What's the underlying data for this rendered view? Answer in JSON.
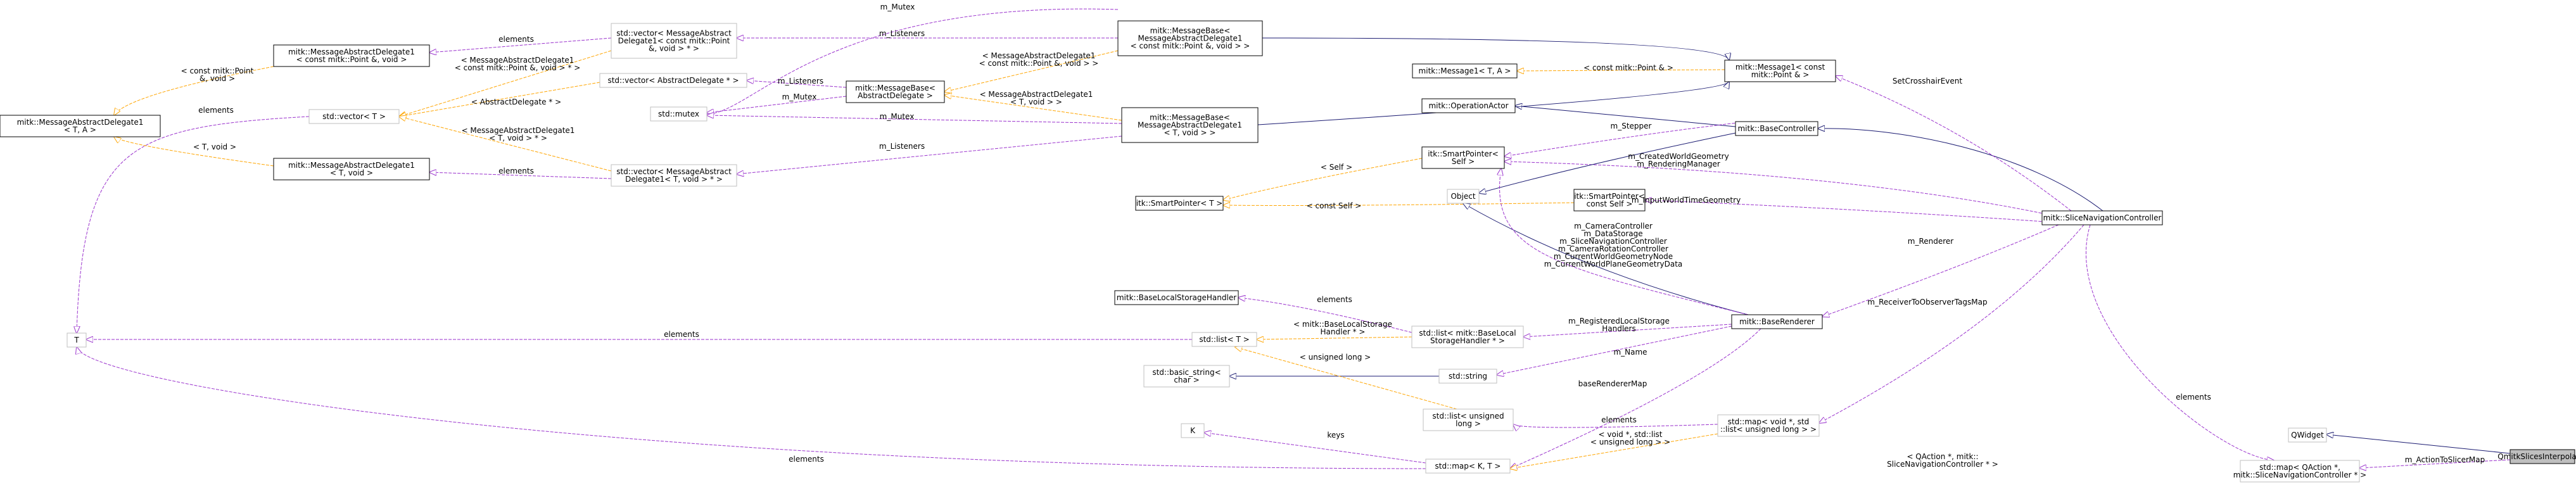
{
  "colors": {
    "inheritance": "#191970",
    "usage": "#9a32cd",
    "template": "#ffa500",
    "node_border": "#000000",
    "node_border_undocumented": "#bfbfbf",
    "highlight_fill": "#bfbfbf"
  },
  "nodes": [
    {
      "id": "qmitk_slices_interpolator",
      "lines": [
        "QmitkSlicesInterpolator"
      ],
      "highlight": true
    },
    {
      "id": "qwidget",
      "lines": [
        "QWidget"
      ],
      "style": "grey"
    },
    {
      "id": "mitk_slice_navigation_controller",
      "lines": [
        "mitk::SliceNavigationController"
      ]
    },
    {
      "id": "mitk_base_controller",
      "lines": [
        "mitk::BaseController"
      ]
    },
    {
      "id": "mitk_operation_actor",
      "lines": [
        "mitk::OperationActor"
      ]
    },
    {
      "id": "itk_smartpointer_self",
      "lines": [
        "itk::SmartPointer<",
        "Self >"
      ]
    },
    {
      "id": "itk_smartpointer_t",
      "lines": [
        "itk::SmartPointer< T >"
      ]
    },
    {
      "id": "object",
      "lines": [
        "Object"
      ],
      "style": "grey"
    },
    {
      "id": "itk_smartpointer_const_self",
      "lines": [
        "itk::SmartPointer<",
        "const Self >"
      ]
    },
    {
      "id": "mitk_base_renderer",
      "lines": [
        "mitk::BaseRenderer"
      ]
    },
    {
      "id": "mitk_base_local_storage_handler",
      "lines": [
        "mitk::BaseLocalStorageHandler"
      ]
    },
    {
      "id": "std_list_baselocalstorage",
      "lines": [
        "std::list< mitk::BaseLocal",
        "StorageHandler * >"
      ],
      "style": "grey"
    },
    {
      "id": "std_list_t",
      "lines": [
        "std::list< T >"
      ],
      "style": "grey"
    },
    {
      "id": "std_basic_string",
      "lines": [
        "std::basic_string<",
        "char >"
      ],
      "style": "grey"
    },
    {
      "id": "std_string",
      "lines": [
        "std::string"
      ],
      "style": "grey"
    },
    {
      "id": "std_list_unsigned_long",
      "lines": [
        "std::list< unsigned",
        "long >"
      ],
      "style": "grey"
    },
    {
      "id": "std_map_void_list",
      "lines": [
        "std::map< void *, std",
        "::list< unsigned long > >"
      ],
      "style": "grey"
    },
    {
      "id": "std_map_k_t",
      "lines": [
        "std::map< K, T >"
      ],
      "style": "grey"
    },
    {
      "id": "k",
      "lines": [
        "K"
      ],
      "style": "grey"
    },
    {
      "id": "t",
      "lines": [
        "T"
      ],
      "style": "grey"
    },
    {
      "id": "std_map_qaction",
      "lines": [
        "std::map< QAction *,",
        "mitk::SliceNavigationController * >"
      ],
      "style": "grey"
    },
    {
      "id": "mitk_messagebase_point",
      "lines": [
        "mitk::MessageBase<",
        "MessageAbstractDelegate1",
        "< const mitk::Point &, void > >"
      ]
    },
    {
      "id": "mitk_message1_t_a",
      "lines": [
        "mitk::Message1< T, A >"
      ]
    },
    {
      "id": "mitk_message1_const_point",
      "lines": [
        "mitk::Message1< const",
        "mitk::Point & >"
      ]
    },
    {
      "id": "mitk_messagebase_abstract",
      "lines": [
        "mitk::MessageBase<",
        "AbstractDelegate >"
      ]
    },
    {
      "id": "mitk_messagebase_t_void",
      "lines": [
        "mitk::MessageBase<",
        "MessageAbstractDelegate1",
        "< T, void > >"
      ]
    },
    {
      "id": "std_vector_mad1_point",
      "lines": [
        "std::vector< MessageAbstract",
        "Delegate1< const mitk::Point",
        "&, void > * >"
      ],
      "style": "grey"
    },
    {
      "id": "std_vector_abstractdelegate",
      "lines": [
        "std::vector< AbstractDelegate * >"
      ],
      "style": "grey"
    },
    {
      "id": "std_mutex",
      "lines": [
        "std::mutex"
      ],
      "style": "grey"
    },
    {
      "id": "std_vector_t",
      "lines": [
        "std::vector< T >"
      ],
      "style": "grey"
    },
    {
      "id": "std_vector_mad1_t_void",
      "lines": [
        "std::vector< MessageAbstract",
        "Delegate1< T, void > * >"
      ],
      "style": "grey"
    },
    {
      "id": "mitk_mad1_point",
      "lines": [
        "mitk::MessageAbstractDelegate1",
        "< const mitk::Point &, void >"
      ]
    },
    {
      "id": "mitk_mad1_t_a",
      "lines": [
        "mitk::MessageAbstractDelegate1",
        "< T, A >"
      ]
    },
    {
      "id": "mitk_mad1_t_void",
      "lines": [
        "mitk::MessageAbstractDelegate1",
        "< T, void >"
      ]
    }
  ],
  "edge_labels": [
    {
      "id": "lbl_action_to_slicer_map",
      "lines": [
        "m_ActionToSlicerMap"
      ]
    },
    {
      "id": "lbl_qaction_tmpl",
      "lines": [
        "< QAction *, mitk::",
        "SliceNavigationController * >"
      ]
    },
    {
      "id": "lbl_elements_qaction",
      "lines": [
        "elements"
      ]
    },
    {
      "id": "lbl_set_crosshair",
      "lines": [
        "SetCrosshairEvent"
      ]
    },
    {
      "id": "lbl_const_point_tmpl",
      "lines": [
        "< const mitk::Point & >"
      ]
    },
    {
      "id": "lbl_stepper",
      "lines": [
        "m_Stepper"
      ]
    },
    {
      "id": "lbl_created_world",
      "lines": [
        "m_CreatedWorldGeometry",
        "m_RenderingManager"
      ]
    },
    {
      "id": "lbl_input_world",
      "lines": [
        "m_InputWorldTimeGeometry"
      ]
    },
    {
      "id": "lbl_self_tmpl",
      "lines": [
        "< Self >"
      ]
    },
    {
      "id": "lbl_const_self_tmpl",
      "lines": [
        "< const Self >"
      ]
    },
    {
      "id": "lbl_camera_controller",
      "lines": [
        "m_CameraController",
        "m_DataStorage",
        "m_SliceNavigationController",
        "m_CameraRotationController",
        "m_CurrentWorldGeometryNode",
        "m_CurrentWorldPlaneGeometryData"
      ]
    },
    {
      "id": "lbl_renderer",
      "lines": [
        "m_Renderer"
      ]
    },
    {
      "id": "lbl_receiver_observer",
      "lines": [
        "m_ReceiverToObserverTagsMap"
      ]
    },
    {
      "id": "lbl_registered_local",
      "lines": [
        "m_RegisteredLocalStorage",
        "Handlers"
      ]
    },
    {
      "id": "lbl_name",
      "lines": [
        "m_Name"
      ]
    },
    {
      "id": "lbl_base_renderer_map",
      "lines": [
        "baseRendererMap"
      ]
    },
    {
      "id": "lbl_elements_baselocal",
      "lines": [
        "elements"
      ]
    },
    {
      "id": "lbl_baselocal_tmpl",
      "lines": [
        "< mitk::BaseLocalStorage",
        "Handler * >"
      ]
    },
    {
      "id": "lbl_unsigned_long_tmpl",
      "lines": [
        "< unsigned long >"
      ]
    },
    {
      "id": "lbl_elements_t_list",
      "lines": [
        "elements"
      ]
    },
    {
      "id": "lbl_elements_map_void",
      "lines": [
        "elements"
      ]
    },
    {
      "id": "lbl_void_list_tmpl",
      "lines": [
        "< void *, std::list",
        "< unsigned long > >"
      ]
    },
    {
      "id": "lbl_keys",
      "lines": [
        "keys"
      ]
    },
    {
      "id": "lbl_elements_map_kt",
      "lines": [
        "elements"
      ]
    },
    {
      "id": "lbl_mutex_top",
      "lines": [
        "m_Mutex"
      ]
    },
    {
      "id": "lbl_listeners_top",
      "lines": [
        "m_Listeners"
      ]
    },
    {
      "id": "lbl_mad1_point_tmpl",
      "lines": [
        "< MessageAbstractDelegate1",
        "< const mitk::Point &, void > >"
      ]
    },
    {
      "id": "lbl_listeners_mid",
      "lines": [
        "m_Listeners"
      ]
    },
    {
      "id": "lbl_mutex_mid",
      "lines": [
        "m_Mutex"
      ]
    },
    {
      "id": "lbl_mad1_t_void_tmpl",
      "lines": [
        "< MessageAbstractDelegate1",
        "< T, void > >"
      ]
    },
    {
      "id": "lbl_mutex_low",
      "lines": [
        "m_Mutex"
      ]
    },
    {
      "id": "lbl_listeners_low",
      "lines": [
        "m_Listeners"
      ]
    },
    {
      "id": "lbl_elements_vec_point",
      "lines": [
        "elements"
      ]
    },
    {
      "id": "lbl_mad1_point_vec_tmpl",
      "lines": [
        "< MessageAbstractDelegate1",
        "< const mitk::Point &, void > * >"
      ]
    },
    {
      "id": "lbl_abstractdelegate_tmpl",
      "lines": [
        "< AbstractDelegate * >"
      ]
    },
    {
      "id": "lbl_mad1_t_void_vec_tmpl",
      "lines": [
        "< MessageAbstractDelegate1",
        "< T, void > * >"
      ]
    },
    {
      "id": "lbl_elements_vec_t_void",
      "lines": [
        "elements"
      ]
    },
    {
      "id": "lbl_elements_vec_t",
      "lines": [
        "elements"
      ]
    },
    {
      "id": "lbl_const_point_void_tmpl",
      "lines": [
        "< const mitk::Point",
        "&, void >"
      ]
    },
    {
      "id": "lbl_t_void_tmpl",
      "lines": [
        "< T, void >"
      ]
    }
  ]
}
